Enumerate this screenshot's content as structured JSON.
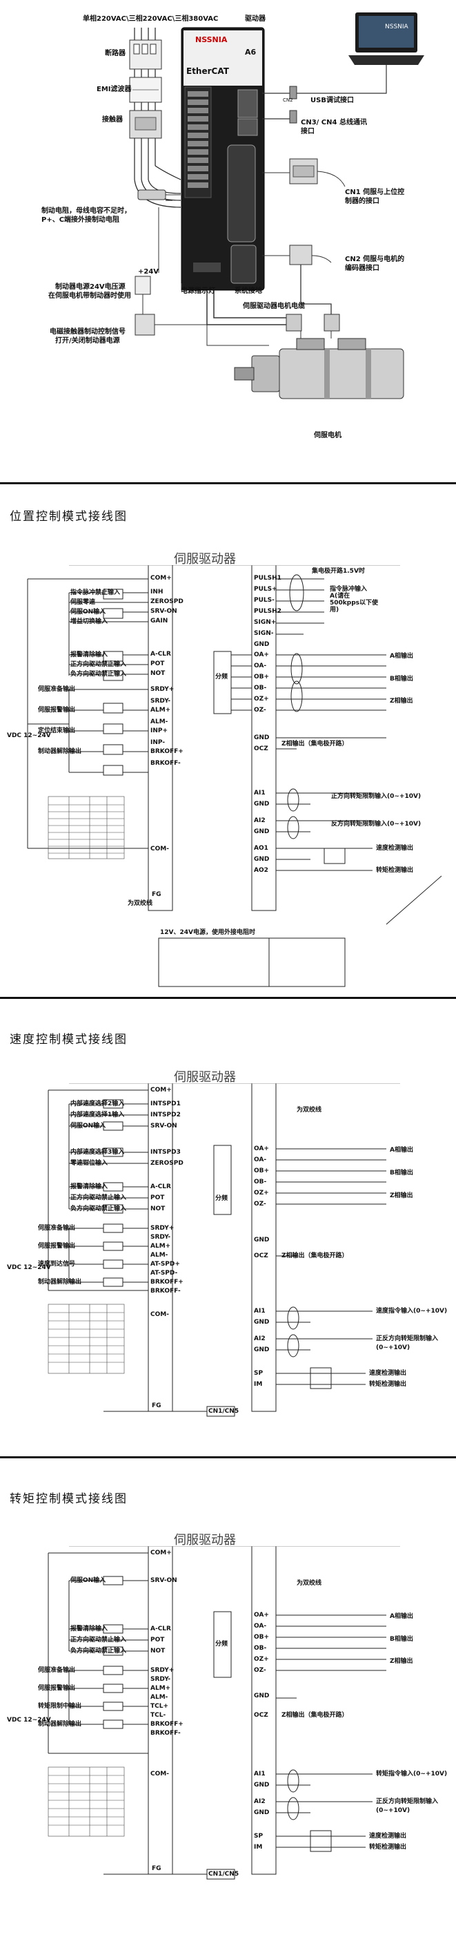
{
  "overview": {
    "power_label": "单相220VAC\\三相220VAC\\三相380VAC",
    "driver_label": "驱动器",
    "breaker_label": "断路器",
    "emi_label": "EMI滤波器",
    "contactor_label": "接触器",
    "brake_res_label_line1": "制动电阻，母线电容不足时，",
    "brake_res_label_line2": "P+、C端接外接制动电阻",
    "plus24v_label": "+24V",
    "brake_psu_line1": "制动器电源24V电压源",
    "brake_psu_line2": "在伺服电机带制动器时使用",
    "relay_line1": "电磁接触器制动控制信号",
    "relay_line2": "打开/关闭制动器电源",
    "cn2_port": "CN2",
    "usb_label": "USB调试接口",
    "cn34_line1": "CN3/ CN4 总线通讯",
    "cn34_line2": "接口",
    "cn1_line1": "CN1 伺服与上位控",
    "cn1_line2": "制器的接口",
    "cn2_line1": "CN2 伺服与电机的",
    "cn2_line2": "编码器接口",
    "power_led_label": "电源指示灯",
    "ground_label": "系统接地",
    "motor_cable_label": "伺服驱动器电机电缆",
    "motor_label": "伺服电机",
    "brand": "NSSNIA",
    "ethercat": "EtherCAT",
    "model": "A6"
  },
  "sections": [
    {
      "title": "位置控制模式接线图",
      "driver_title": "伺服驱动器"
    },
    {
      "title": "速度控制模式接线图",
      "driver_title": "伺服驱动器"
    },
    {
      "title": "转矩控制模式接线图",
      "driver_title": "伺服驱动器"
    }
  ],
  "pos": {
    "left_inputs": [
      "指令脉冲禁止输入",
      "伺服零速",
      "伺服ON输入",
      "增益切换输入"
    ],
    "left_inputs2": [
      "报警清除输入",
      "正方向驱动禁止输入",
      "负方向驱动禁止输入"
    ],
    "outputs": [
      "伺服准备输出",
      "伺服报警输出",
      "定位结束输出",
      "制动器解除输出"
    ],
    "pins_left": [
      "COM+",
      "INH",
      "ZEROSPD",
      "SRV-ON",
      "GAIN",
      "",
      "A-CLR",
      "POT",
      "NOT",
      "",
      "SRDY+",
      "SRDY-",
      "ALM+",
      "ALM-",
      "INP+",
      "INP-",
      "BRKOFF+",
      "BRKOFF-",
      "COM-"
    ],
    "pins_right": [
      "PULSH1",
      "PULS+",
      "PULS-",
      "PULSH2",
      "SIGN+",
      "SIGN-",
      "GND",
      "OA+",
      "OA-",
      "OB+",
      "OB-",
      "OZ+",
      "OZ-",
      "GND",
      "OCZ",
      "AI1",
      "GND",
      "AI2",
      "GND",
      "AO1",
      "GND",
      "AO2"
    ],
    "note_pulse": "集电极开路1.5V时",
    "note_pulse2": "指令脉冲输入A(请在500kpps以下使用)",
    "phaseA": "A相输出",
    "phaseB": "B相输出",
    "phaseZ": "Z相输出",
    "z_oc": "Z相输出（集电极开路）",
    "fwd_torque": "正方向转矩限制输入(0~+10V)",
    "rev_torque": "反方向转矩限制输入(0~+10V)",
    "speed_mon": "速度检测输出",
    "torque_mon": "转矩检测输出",
    "vdc": "VDC 12~24V",
    "twisted": "为双绞线",
    "ext_res_note": "12V、24V电源，使用外接电阻时",
    "diff_label": "分频",
    "fg": "FG"
  },
  "spd": {
    "left_inputs": [
      "内部速度选择2输入",
      "内部速度选择1输入",
      "伺服ON输入",
      "内部速度选择3输入",
      "零速钳位输入"
    ],
    "left_inputs2": [
      "报警清除输入",
      "正方向驱动禁止输入",
      "负方向驱动禁止输入"
    ],
    "outputs": [
      "伺服准备输出",
      "伺服报警输出",
      "速度到达信号",
      "制动器解除输出"
    ],
    "pins_left": [
      "COM+",
      "INTSPD1",
      "INTSPD2",
      "SRV-ON",
      "INTSPD3",
      "ZEROSPD",
      "A-CLR",
      "POT",
      "NOT",
      "SRDY+",
      "SRDY-",
      "ALM+",
      "ALM-",
      "AT-SPD+",
      "AT-SPD-",
      "BRKOFF+",
      "BRKOFF-",
      "COM-"
    ],
    "pins_right": [
      "OA+",
      "OA-",
      "OB+",
      "OB-",
      "OZ+",
      "OZ-",
      "GND",
      "OCZ",
      "AI1",
      "GND",
      "AI2",
      "GND",
      "SP",
      "IM"
    ],
    "speed_cmd": "速度指令输入(0~+10V)",
    "fwd_torque": "正反方向转矩限制输入",
    "fwd_torque2": "(0~+10V)",
    "speed_mon": "速度检测输出",
    "torque_mon": "转矩检测输出",
    "fg": "FG",
    "cn": "CN1/CN5",
    "z_oc": "Z相输出（集电极开路）"
  },
  "trq": {
    "left_inputs": [
      "伺服ON输入"
    ],
    "left_inputs2": [
      "报警清除输入",
      "正方向驱动禁止输入",
      "负方向驱动禁止输入"
    ],
    "outputs": [
      "伺服准备输出",
      "伺服报警输出",
      "转矩限制中输出",
      "制动器解除输出"
    ],
    "pins_left": [
      "COM+",
      "SRV-ON",
      "A-CLR",
      "POT",
      "NOT",
      "SRDY+",
      "SRDY-",
      "ALM+",
      "ALM-",
      "TCL+",
      "TCL-",
      "BRKOFF+",
      "BRKOFF-",
      "COM-"
    ],
    "pins_right": [
      "OA+",
      "OA-",
      "OB+",
      "OB-",
      "OZ+",
      "OZ-",
      "GND",
      "OCZ",
      "AI1",
      "GND",
      "AI2",
      "GND",
      "SP",
      "IM"
    ],
    "torque_cmd": "转矩指令输入(0~+10V)",
    "fwd_torque": "正反方向转矩限制输入",
    "fwd_torque2": "(0~+10V)",
    "speed_mon": "速度检测输出",
    "torque_mon": "转矩检测输出",
    "fg": "FG",
    "cn": "CN1/CN5",
    "z_oc": "Z相输出（集电极开路）"
  }
}
